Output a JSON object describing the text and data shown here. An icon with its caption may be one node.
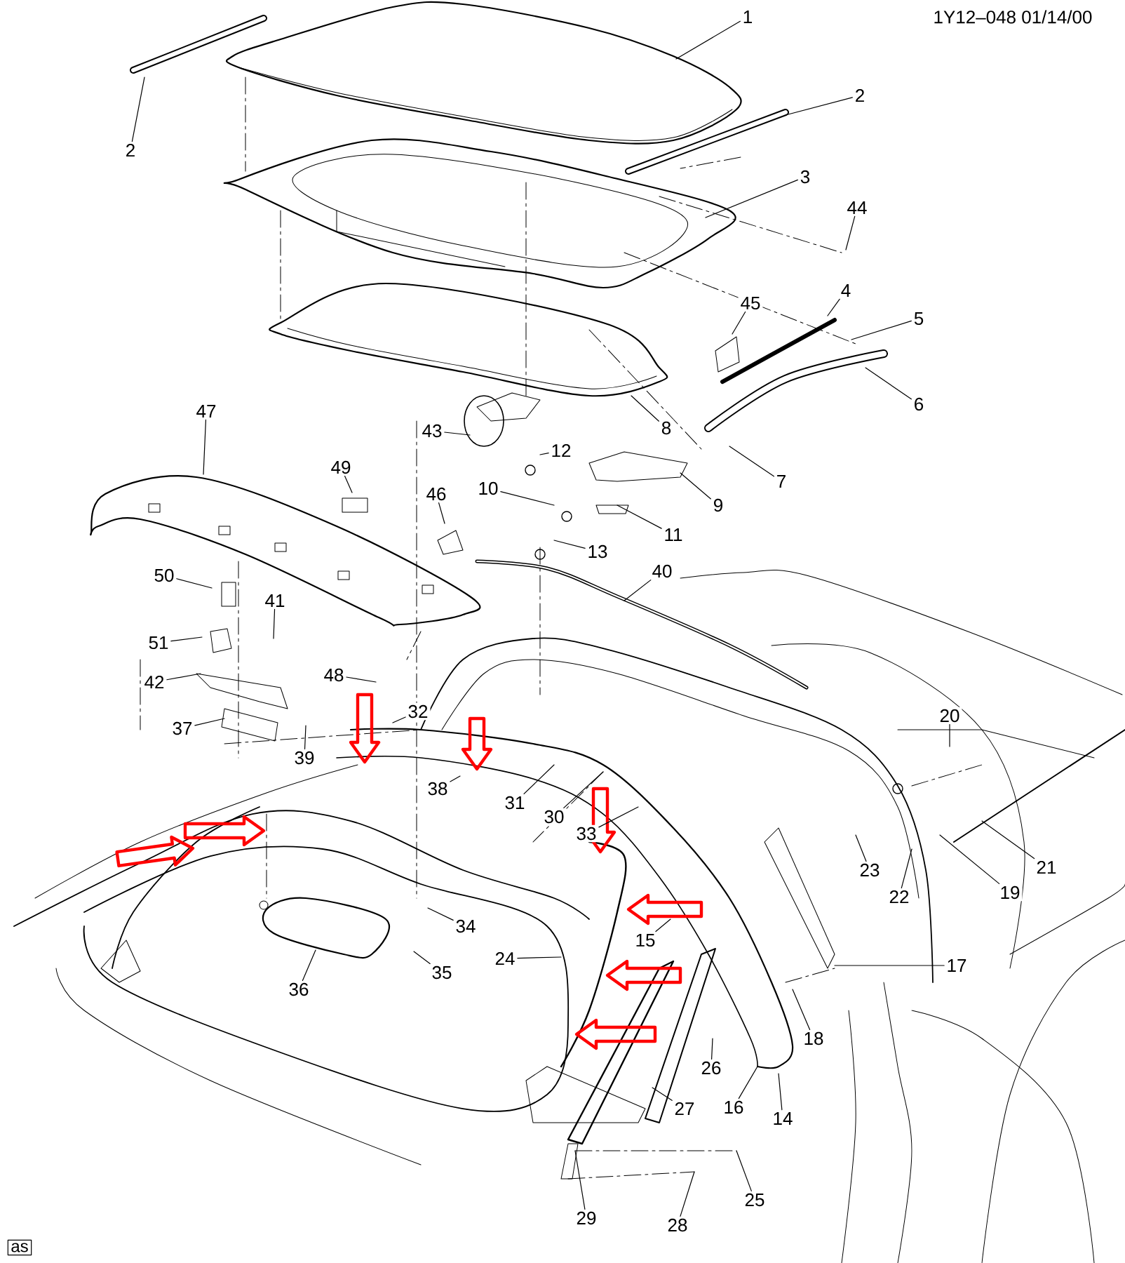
{
  "diagram": {
    "nodes": [
      {
        "text": [
          "1"
        ]
      },
      {
        "text": [
          "2"
        ]
      },
      {
        "text": [
          "2"
        ]
      },
      {
        "text": [
          "3"
        ]
      },
      {
        "text": [
          "44"
        ]
      },
      {
        "text": [
          "45"
        ]
      },
      {
        "text": [
          "4"
        ]
      },
      {
        "text": [
          "5"
        ]
      },
      {
        "text": [
          "6"
        ]
      },
      {
        "text": [
          "8"
        ]
      },
      {
        "text": [
          "47"
        ]
      },
      {
        "text": [
          "43"
        ]
      },
      {
        "text": [
          "12"
        ]
      },
      {
        "text": [
          "7"
        ]
      },
      {
        "text": [
          "10"
        ]
      },
      {
        "text": [
          "9"
        ]
      },
      {
        "text": [
          "49"
        ]
      },
      {
        "text": [
          "46"
        ]
      },
      {
        "text": [
          "11"
        ]
      },
      {
        "text": [
          "13"
        ]
      },
      {
        "text": [
          "40"
        ]
      },
      {
        "text": [
          "50"
        ]
      },
      {
        "text": [
          "41"
        ]
      },
      {
        "text": [
          "51"
        ]
      },
      {
        "text": [
          "42"
        ]
      },
      {
        "text": [
          "48"
        ]
      },
      {
        "text": [
          "32"
        ]
      },
      {
        "text": [
          "20"
        ]
      },
      {
        "text": [
          "37"
        ]
      },
      {
        "text": [
          "39"
        ]
      },
      {
        "text": [
          "38"
        ]
      },
      {
        "text": [
          "31"
        ]
      },
      {
        "text": [
          "30"
        ]
      },
      {
        "text": [
          "33"
        ]
      },
      {
        "text": [
          "21"
        ]
      },
      {
        "text": [
          "23"
        ]
      },
      {
        "text": [
          "22"
        ]
      },
      {
        "text": [
          "19"
        ]
      },
      {
        "text": [
          "34"
        ]
      },
      {
        "text": [
          "15"
        ]
      },
      {
        "text": [
          "24"
        ]
      },
      {
        "text": [
          "17"
        ]
      },
      {
        "text": [
          "35"
        ]
      },
      {
        "text": [
          "36"
        ]
      },
      {
        "text": [
          "18"
        ]
      },
      {
        "text": [
          "26"
        ]
      },
      {
        "text": [
          "27"
        ]
      },
      {
        "text": [
          "16"
        ]
      },
      {
        "text": [
          "14"
        ]
      },
      {
        "text": [
          "25"
        ]
      },
      {
        "text": [
          "29"
        ]
      },
      {
        "text": [
          "28"
        ]
      }
    ],
    "edges": [
      {
        "from": 0,
        "to": null,
        "arrow": "none"
      },
      {
        "from": 1,
        "to": null,
        "arrow": "none"
      },
      {
        "from": 2,
        "to": null,
        "arrow": "none"
      },
      {
        "from": 3,
        "to": null,
        "arrow": "none"
      },
      {
        "from": 4,
        "to": null,
        "arrow": "none"
      },
      {
        "from": 5,
        "to": null,
        "arrow": "none"
      },
      {
        "from": 6,
        "to": null,
        "arrow": "none"
      },
      {
        "from": 7,
        "to": null,
        "arrow": "none"
      },
      {
        "from": 8,
        "to": null,
        "arrow": "none"
      },
      {
        "from": 9,
        "to": null,
        "arrow": "none"
      },
      {
        "from": 10,
        "to": null,
        "arrow": "none"
      },
      {
        "from": 11,
        "to": null,
        "arrow": "none"
      },
      {
        "from": 12,
        "to": null,
        "arrow": "none"
      },
      {
        "from": 13,
        "to": null,
        "arrow": "none"
      },
      {
        "from": 14,
        "to": null,
        "arrow": "none"
      },
      {
        "from": 15,
        "to": null,
        "arrow": "none"
      },
      {
        "from": 16,
        "to": null,
        "arrow": "none"
      },
      {
        "from": 17,
        "to": null,
        "arrow": "none"
      },
      {
        "from": 18,
        "to": null,
        "arrow": "none"
      },
      {
        "from": 19,
        "to": null,
        "arrow": "none"
      },
      {
        "from": 20,
        "to": null,
        "arrow": "none"
      },
      {
        "from": 21,
        "to": null,
        "arrow": "none"
      },
      {
        "from": 22,
        "to": null,
        "arrow": "none"
      },
      {
        "from": 23,
        "to": null,
        "arrow": "none"
      },
      {
        "from": 24,
        "to": null,
        "arrow": "none"
      },
      {
        "from": 25,
        "to": null,
        "arrow": "none"
      },
      {
        "from": 26,
        "to": null,
        "arrow": "none"
      },
      {
        "from": 27,
        "to": null,
        "arrow": "none"
      },
      {
        "from": 28,
        "to": null,
        "arrow": "none"
      },
      {
        "from": 29,
        "to": null,
        "arrow": "none"
      },
      {
        "from": 30,
        "to": null,
        "arrow": "none"
      },
      {
        "from": 31,
        "to": null,
        "arrow": "none"
      },
      {
        "from": 32,
        "to": null,
        "arrow": "none"
      },
      {
        "from": 33,
        "to": null,
        "arrow": "none"
      },
      {
        "from": 34,
        "to": null,
        "arrow": "none"
      },
      {
        "from": 35,
        "to": null,
        "arrow": "none"
      },
      {
        "from": 36,
        "to": null,
        "arrow": "none"
      },
      {
        "from": 37,
        "to": null,
        "arrow": "none"
      },
      {
        "from": 38,
        "to": null,
        "arrow": "none"
      },
      {
        "from": 39,
        "to": null,
        "arrow": "none"
      },
      {
        "from": 40,
        "to": null,
        "arrow": "none"
      },
      {
        "from": 41,
        "to": null,
        "arrow": "none"
      },
      {
        "from": 42,
        "to": null,
        "arrow": "none"
      },
      {
        "from": 43,
        "to": null,
        "arrow": "none"
      },
      {
        "from": 44,
        "to": null,
        "arrow": "none"
      },
      {
        "from": 45,
        "to": null,
        "arrow": "none"
      },
      {
        "from": 46,
        "to": null,
        "arrow": "none"
      },
      {
        "from": 47,
        "to": null,
        "arrow": "none"
      },
      {
        "from": 48,
        "to": null,
        "arrow": "none"
      },
      {
        "from": 49,
        "to": null,
        "arrow": "none"
      },
      {
        "from": 50,
        "to": null,
        "arrow": "none"
      },
      {
        "from": 51,
        "to": null,
        "arrow": "none"
      }
    ],
    "labels": [
      "1Y12–048  01/14/00",
      "as"
    ]
  }
}
